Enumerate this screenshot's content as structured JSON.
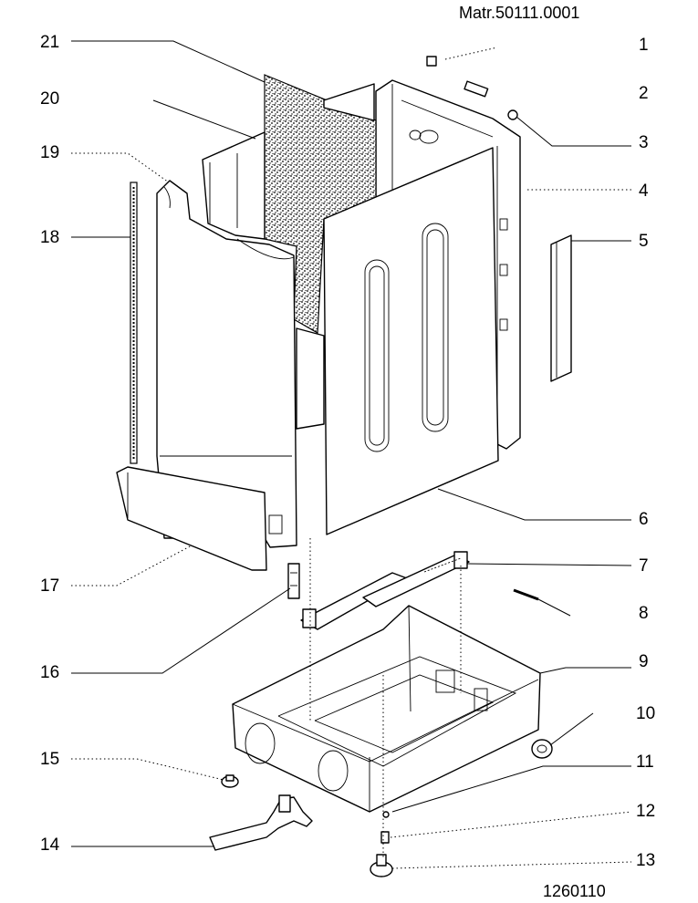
{
  "header": {
    "material_code": "Matr.50111.0001"
  },
  "footer": {
    "drawing_code": "1260110"
  },
  "callouts": {
    "c1": "1",
    "c2": "2",
    "c3": "3",
    "c4": "4",
    "c5": "5",
    "c6": "6",
    "c7": "7",
    "c8": "8",
    "c9": "9",
    "c10": "10",
    "c11": "11",
    "c12": "12",
    "c13": "13",
    "c14": "14",
    "c15": "15",
    "c16": "16",
    "c17": "17",
    "c18": "18",
    "c19": "19",
    "c20": "20",
    "c21": "21"
  }
}
